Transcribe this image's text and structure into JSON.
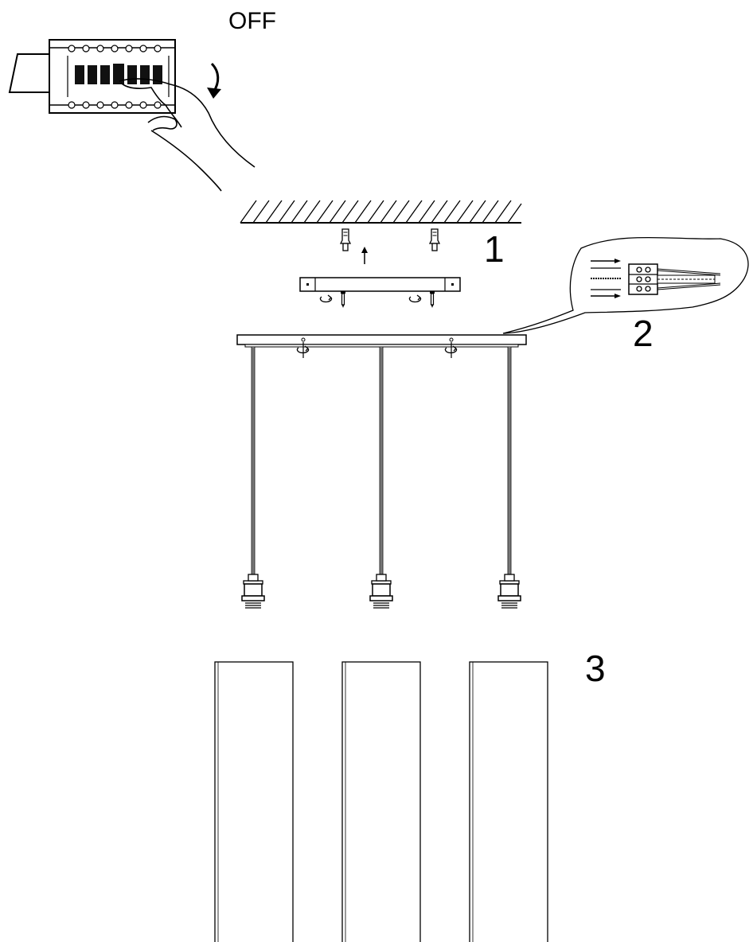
{
  "power": {
    "state_label": "OFF"
  },
  "steps": [
    {
      "number": "1"
    },
    {
      "number": "2"
    },
    {
      "number": "3"
    }
  ],
  "icons": [
    "circuit-breaker-icon",
    "hand-icon",
    "rotate-arrow-icon",
    "screw-icon",
    "wall-anchor-icon",
    "terminal-block-icon"
  ],
  "colors": {
    "line": "#000000",
    "cable": "#777777",
    "background": "#ffffff"
  }
}
